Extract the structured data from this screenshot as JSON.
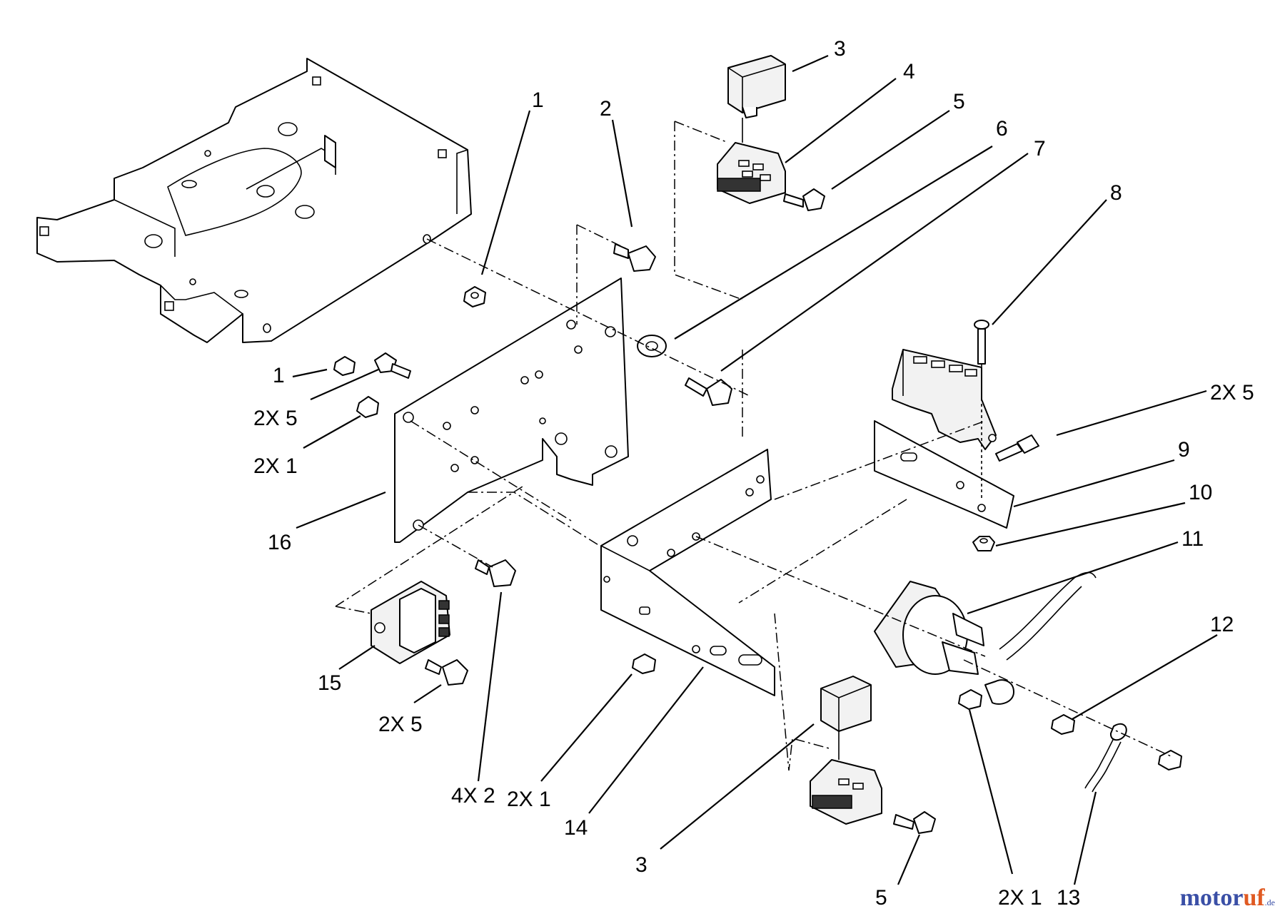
{
  "callouts": {
    "c1_top": "1",
    "c2": "2",
    "c3_top": "3",
    "c4": "4",
    "c5_top": "5",
    "c6": "6",
    "c7": "7",
    "c8": "8",
    "c1_left": "1",
    "c2x5_left": "2X 5",
    "c2x1_left": "2X 1",
    "c16": "16",
    "c15": "15",
    "c2x5_bottom": "2X 5",
    "c4x2": "4X 2",
    "c2x1_bottom": "2X 1",
    "c14": "14",
    "c3_bottom": "3",
    "c5_bottom": "5",
    "c2x1_right": "2X 1",
    "c13": "13",
    "c12": "12",
    "c11": "11",
    "c10": "10",
    "c9": "9",
    "c2x5_right": "2X 5"
  },
  "watermark": {
    "part1": "motor",
    "part2": "uf",
    "part3": ".de"
  }
}
